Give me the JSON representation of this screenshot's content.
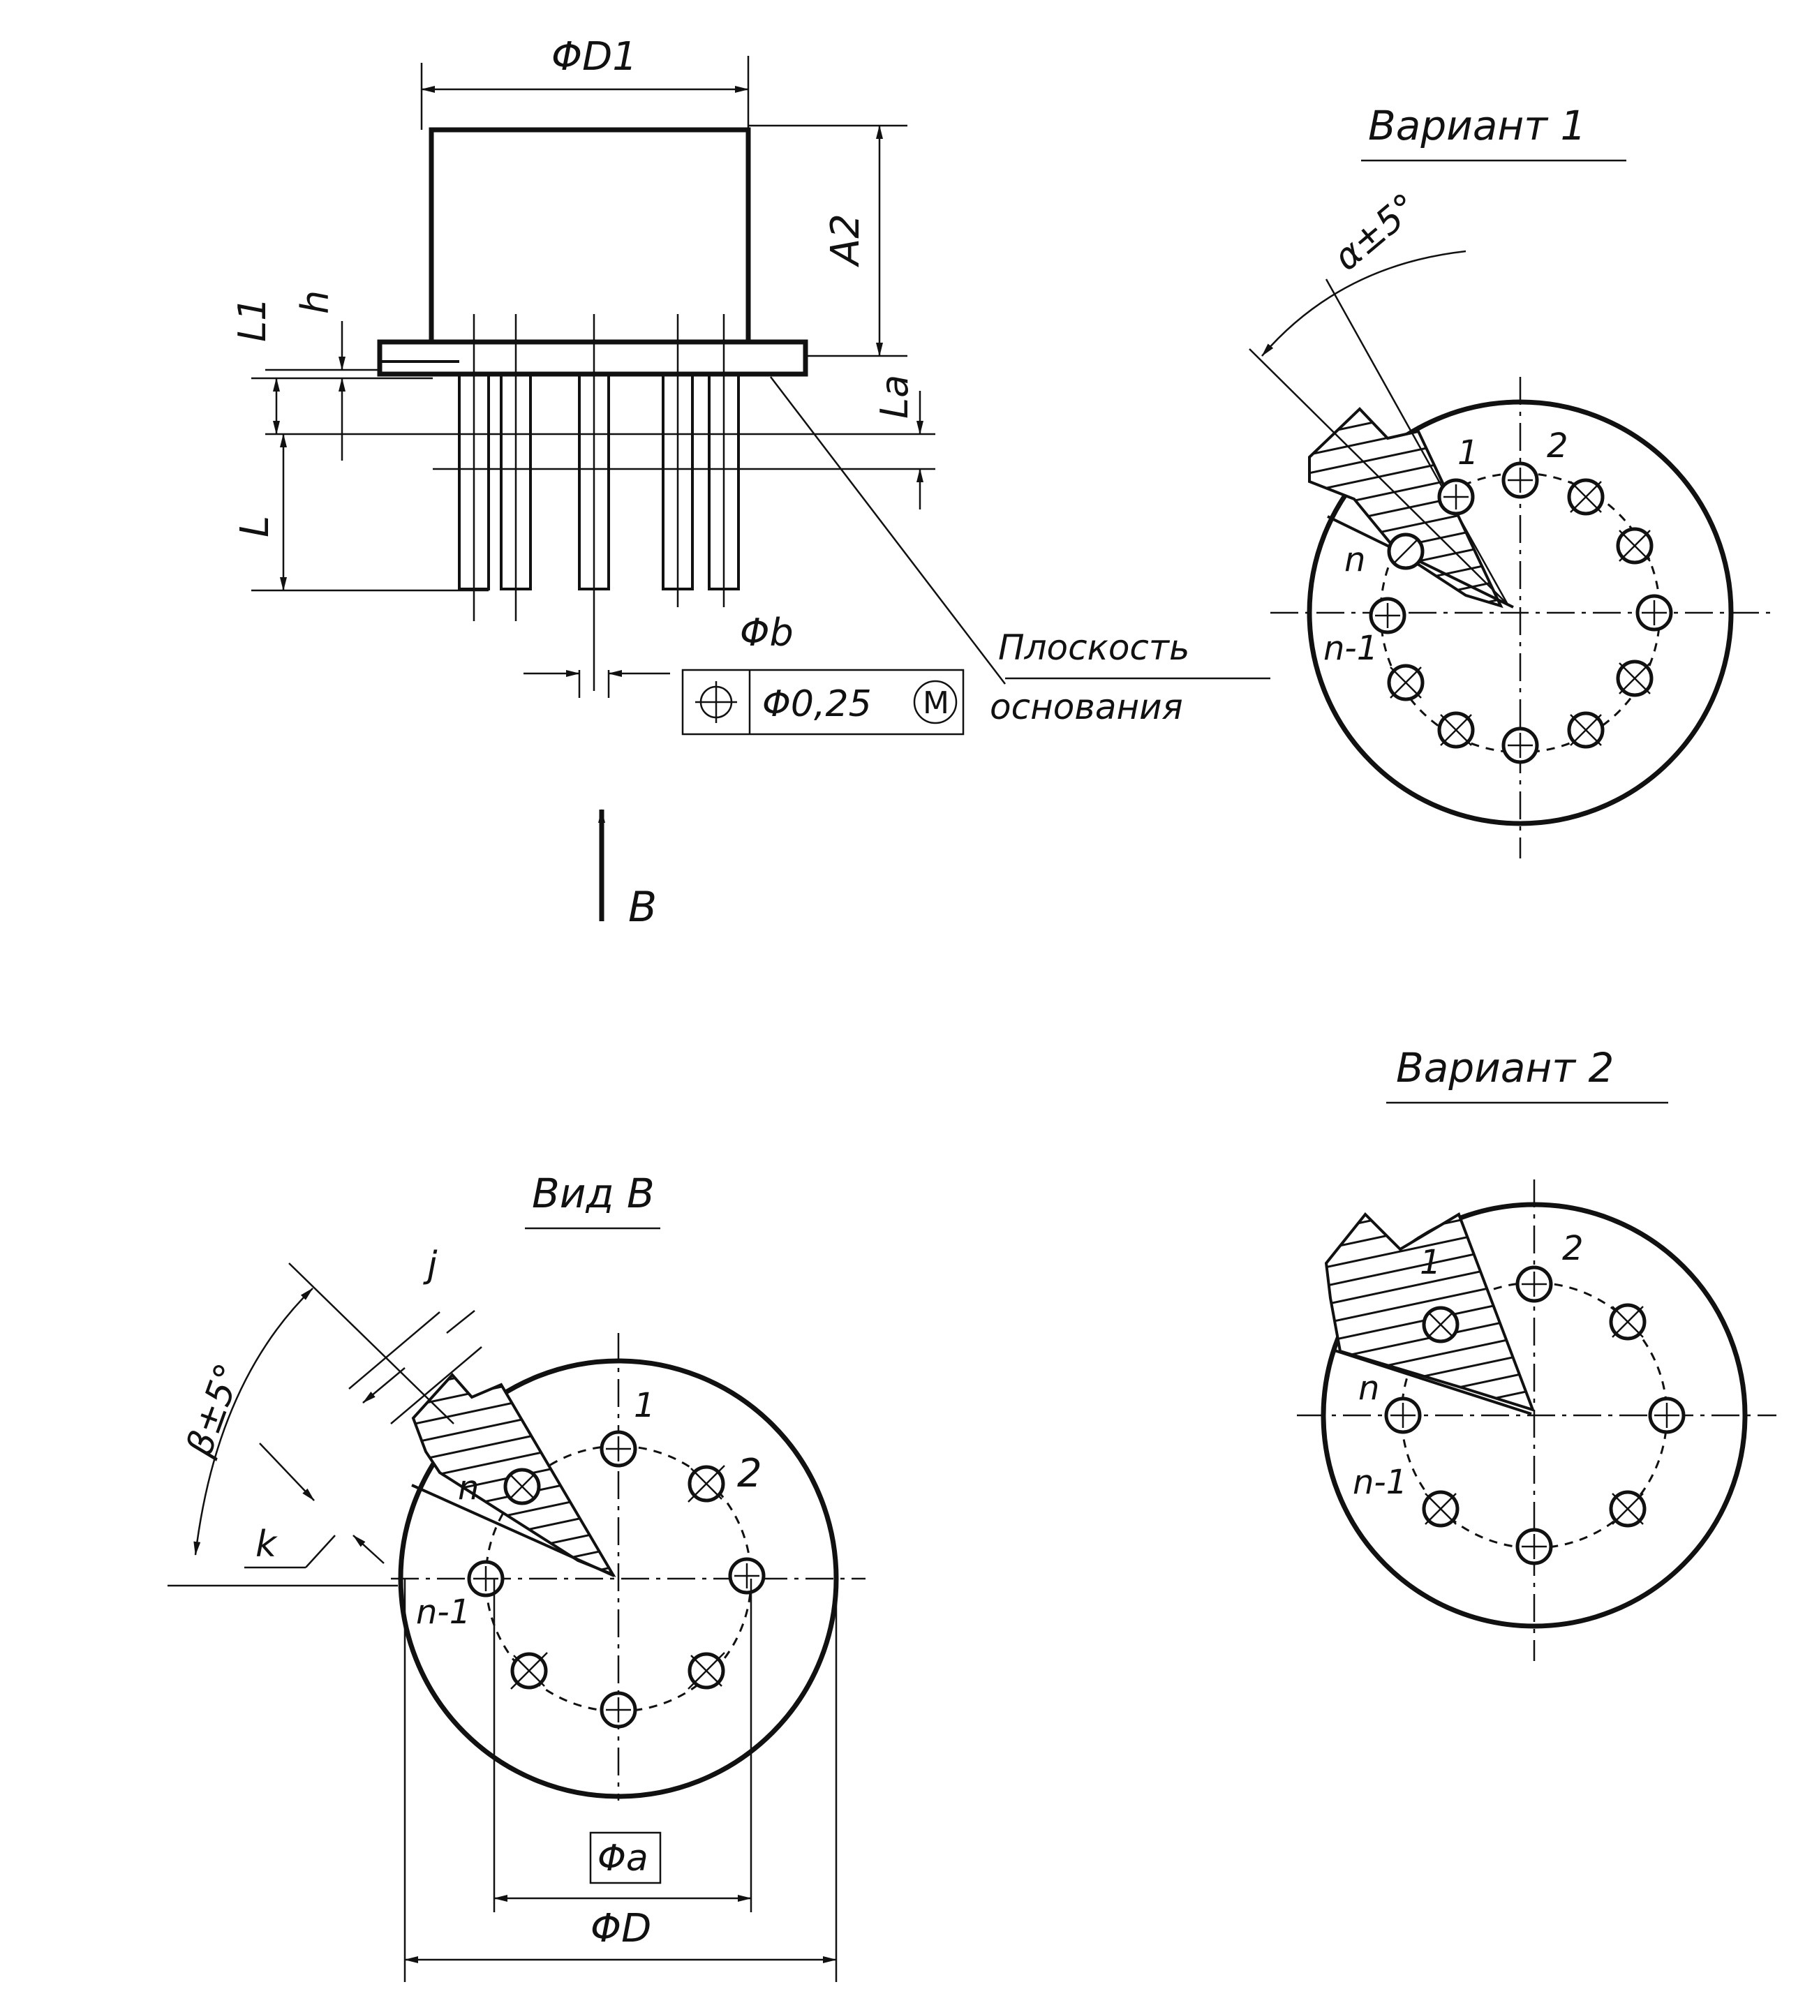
{
  "side_view": {
    "dim_flange_diameter": "ΦD1",
    "dim_body_height": "A2",
    "dim_L1": "L1",
    "dim_h": "h",
    "dim_L": "L",
    "dim_La": "La",
    "dim_lead_diameter": "Φb",
    "tolerance": {
      "symbol": "⊕",
      "value": "Φ0,25",
      "modifier": "M"
    },
    "base_plane_label_line1": "Плоскость",
    "base_plane_label_line2": "основания",
    "view_arrow_label": "B"
  },
  "view_b": {
    "title": "Вид B",
    "angle_label": "β±5°",
    "dim_j": "j",
    "dim_k": "k",
    "pin_labels": [
      "1",
      "2",
      "n",
      "n-1"
    ],
    "dim_a": "Φa",
    "dim_D": "ΦD"
  },
  "variant1": {
    "title": "Вариант 1",
    "angle_label": "α±5°",
    "pin_labels": [
      "1",
      "2",
      "n",
      "n-1"
    ]
  },
  "variant2": {
    "title": "Вариант 2",
    "pin_labels": [
      "1",
      "2",
      "n",
      "n-1"
    ]
  }
}
